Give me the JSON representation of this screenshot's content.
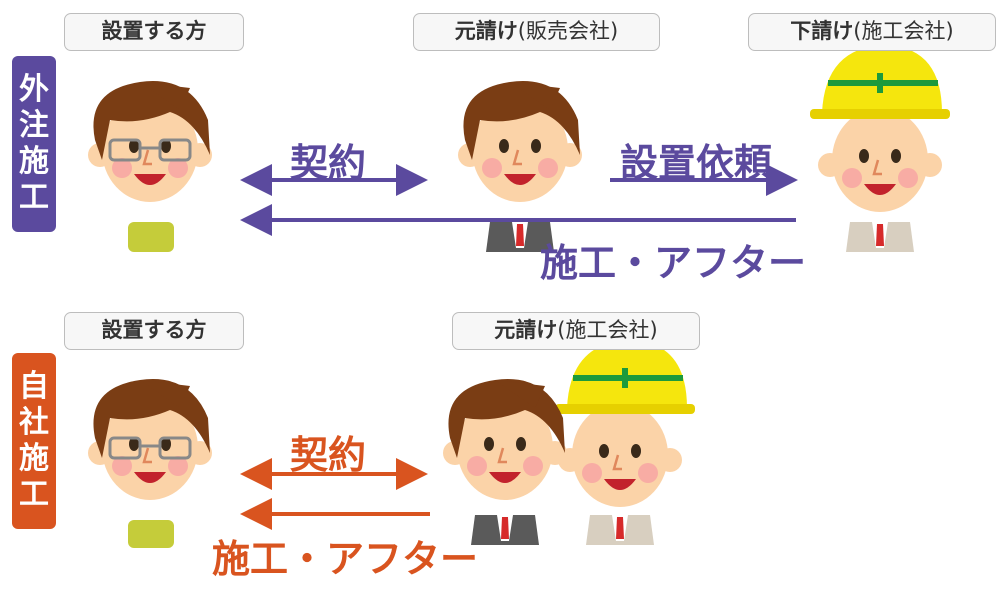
{
  "colors": {
    "purple": "#5b4a9e",
    "orange": "#d9541f"
  },
  "outsource": {
    "tag": [
      "外",
      "注",
      "施",
      "工"
    ],
    "customer_label": "設置する方",
    "contractor_label_bold": "元請け",
    "contractor_label_rest": "(販売会社)",
    "sub_label_bold": "下請け",
    "sub_label_rest": "(施工会社)",
    "contract_text": "契約",
    "request_text": "設置依頼",
    "service_text": "施工・アフター"
  },
  "inhouse": {
    "tag": [
      "自",
      "社",
      "施",
      "工"
    ],
    "customer_label": "設置する方",
    "contractor_label_bold": "元請け",
    "contractor_label_rest": "(施工会社)",
    "contract_text": "契約",
    "service_text": "施工・アフター"
  }
}
